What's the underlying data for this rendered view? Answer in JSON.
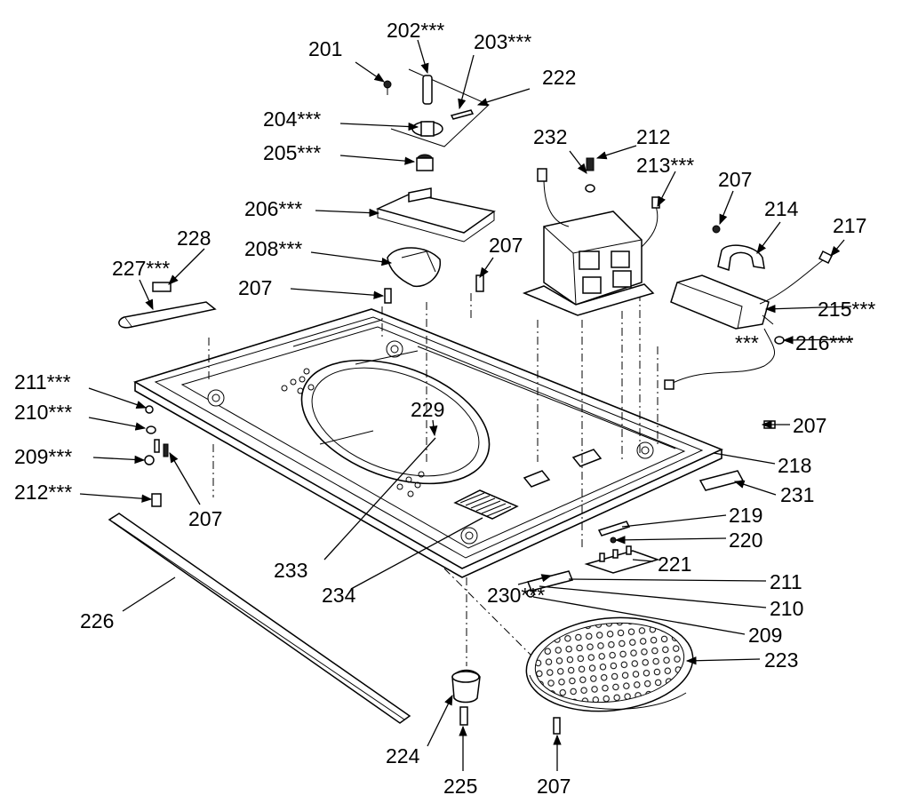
{
  "labels": {
    "l201": "201",
    "l202": "202***",
    "l203": "203***",
    "l222": "222",
    "l204": "204***",
    "l205": "205***",
    "l232": "232",
    "l212a": "212",
    "l213": "213***",
    "l207a": "207",
    "l214": "214",
    "l217": "217",
    "l206": "206***",
    "l228": "228",
    "l227": "227***",
    "l208": "208***",
    "l207b": "207",
    "l207c": "207",
    "l215": "215***",
    "l216a": "***",
    "l216b": "216***",
    "l211a": "211***",
    "l210a": "210***",
    "l229": "229",
    "l209a": "209***",
    "l212b": "212***",
    "l207d": "207",
    "l207e": "207",
    "l218": "218",
    "l231": "231",
    "l219": "219",
    "l220": "220",
    "l221": "221",
    "l233": "233",
    "l234": "234",
    "l211b": "211",
    "l210b": "210",
    "l230": "230***",
    "l209b": "209",
    "l226": "226",
    "l223": "223",
    "l224": "224",
    "l225": "225",
    "l207f": "207"
  }
}
